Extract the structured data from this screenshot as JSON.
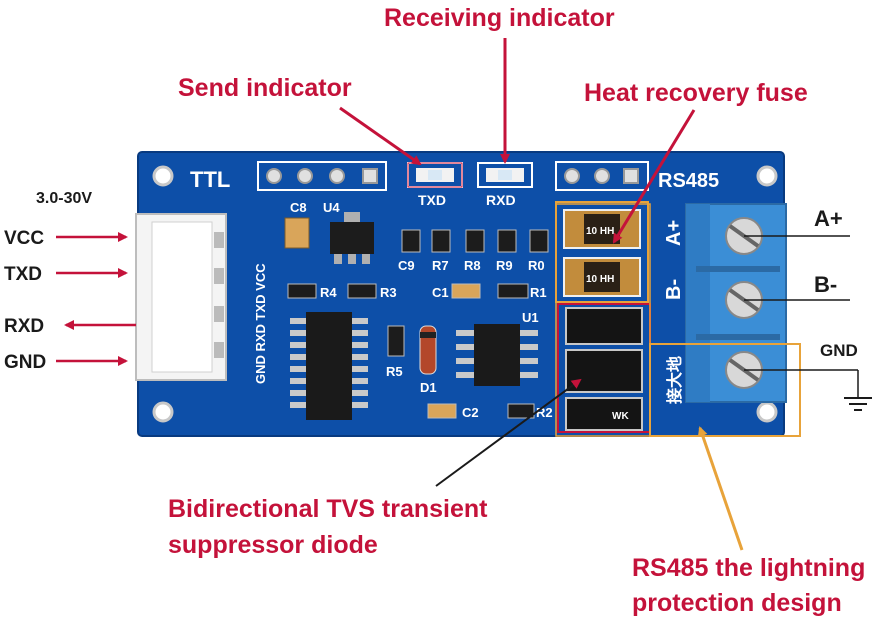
{
  "callouts": {
    "receiving": "Receiving indicator",
    "send": "Send indicator",
    "fuse": "Heat recovery fuse",
    "tvs_line1": "Bidirectional TVS transient",
    "tvs_line2": "suppressor diode",
    "lightning_line1": "RS485 the lightning",
    "lightning_line2": "protection design"
  },
  "left_pins": {
    "voltage": "3.0-30V",
    "vcc": "VCC",
    "txd": "TXD",
    "rxd": "RXD",
    "gnd": "GND"
  },
  "right_pins": {
    "a_plus": "A+",
    "b_minus": "B-",
    "gnd": "GND"
  },
  "board": {
    "ttl": "TTL",
    "rs485": "RS485",
    "txd": "TXD",
    "rxd": "RXD",
    "connector": "GND RXD TXD VCC",
    "a_plus": "A+",
    "b_minus": "B-",
    "ground_cn": "接大地",
    "c8": "C8",
    "u4": "U4",
    "c9": "C9",
    "r7": "R7",
    "r8": "R8",
    "r9": "R9",
    "r0": "R0",
    "r4": "R4",
    "r3": "R3",
    "c1": "C1",
    "r1": "R1",
    "u1": "U1",
    "r5": "R5",
    "d1": "D1",
    "c2": "C2",
    "r2": "R2",
    "fuse_mark1": "10 HH",
    "fuse_mark2": "10 HH",
    "tvs_mark": "WK"
  },
  "colors": {
    "pcb": "#0d4fa8",
    "callout": "#c4123a",
    "highlight": "#e8a33a",
    "terminal": "#3b8ed6"
  }
}
